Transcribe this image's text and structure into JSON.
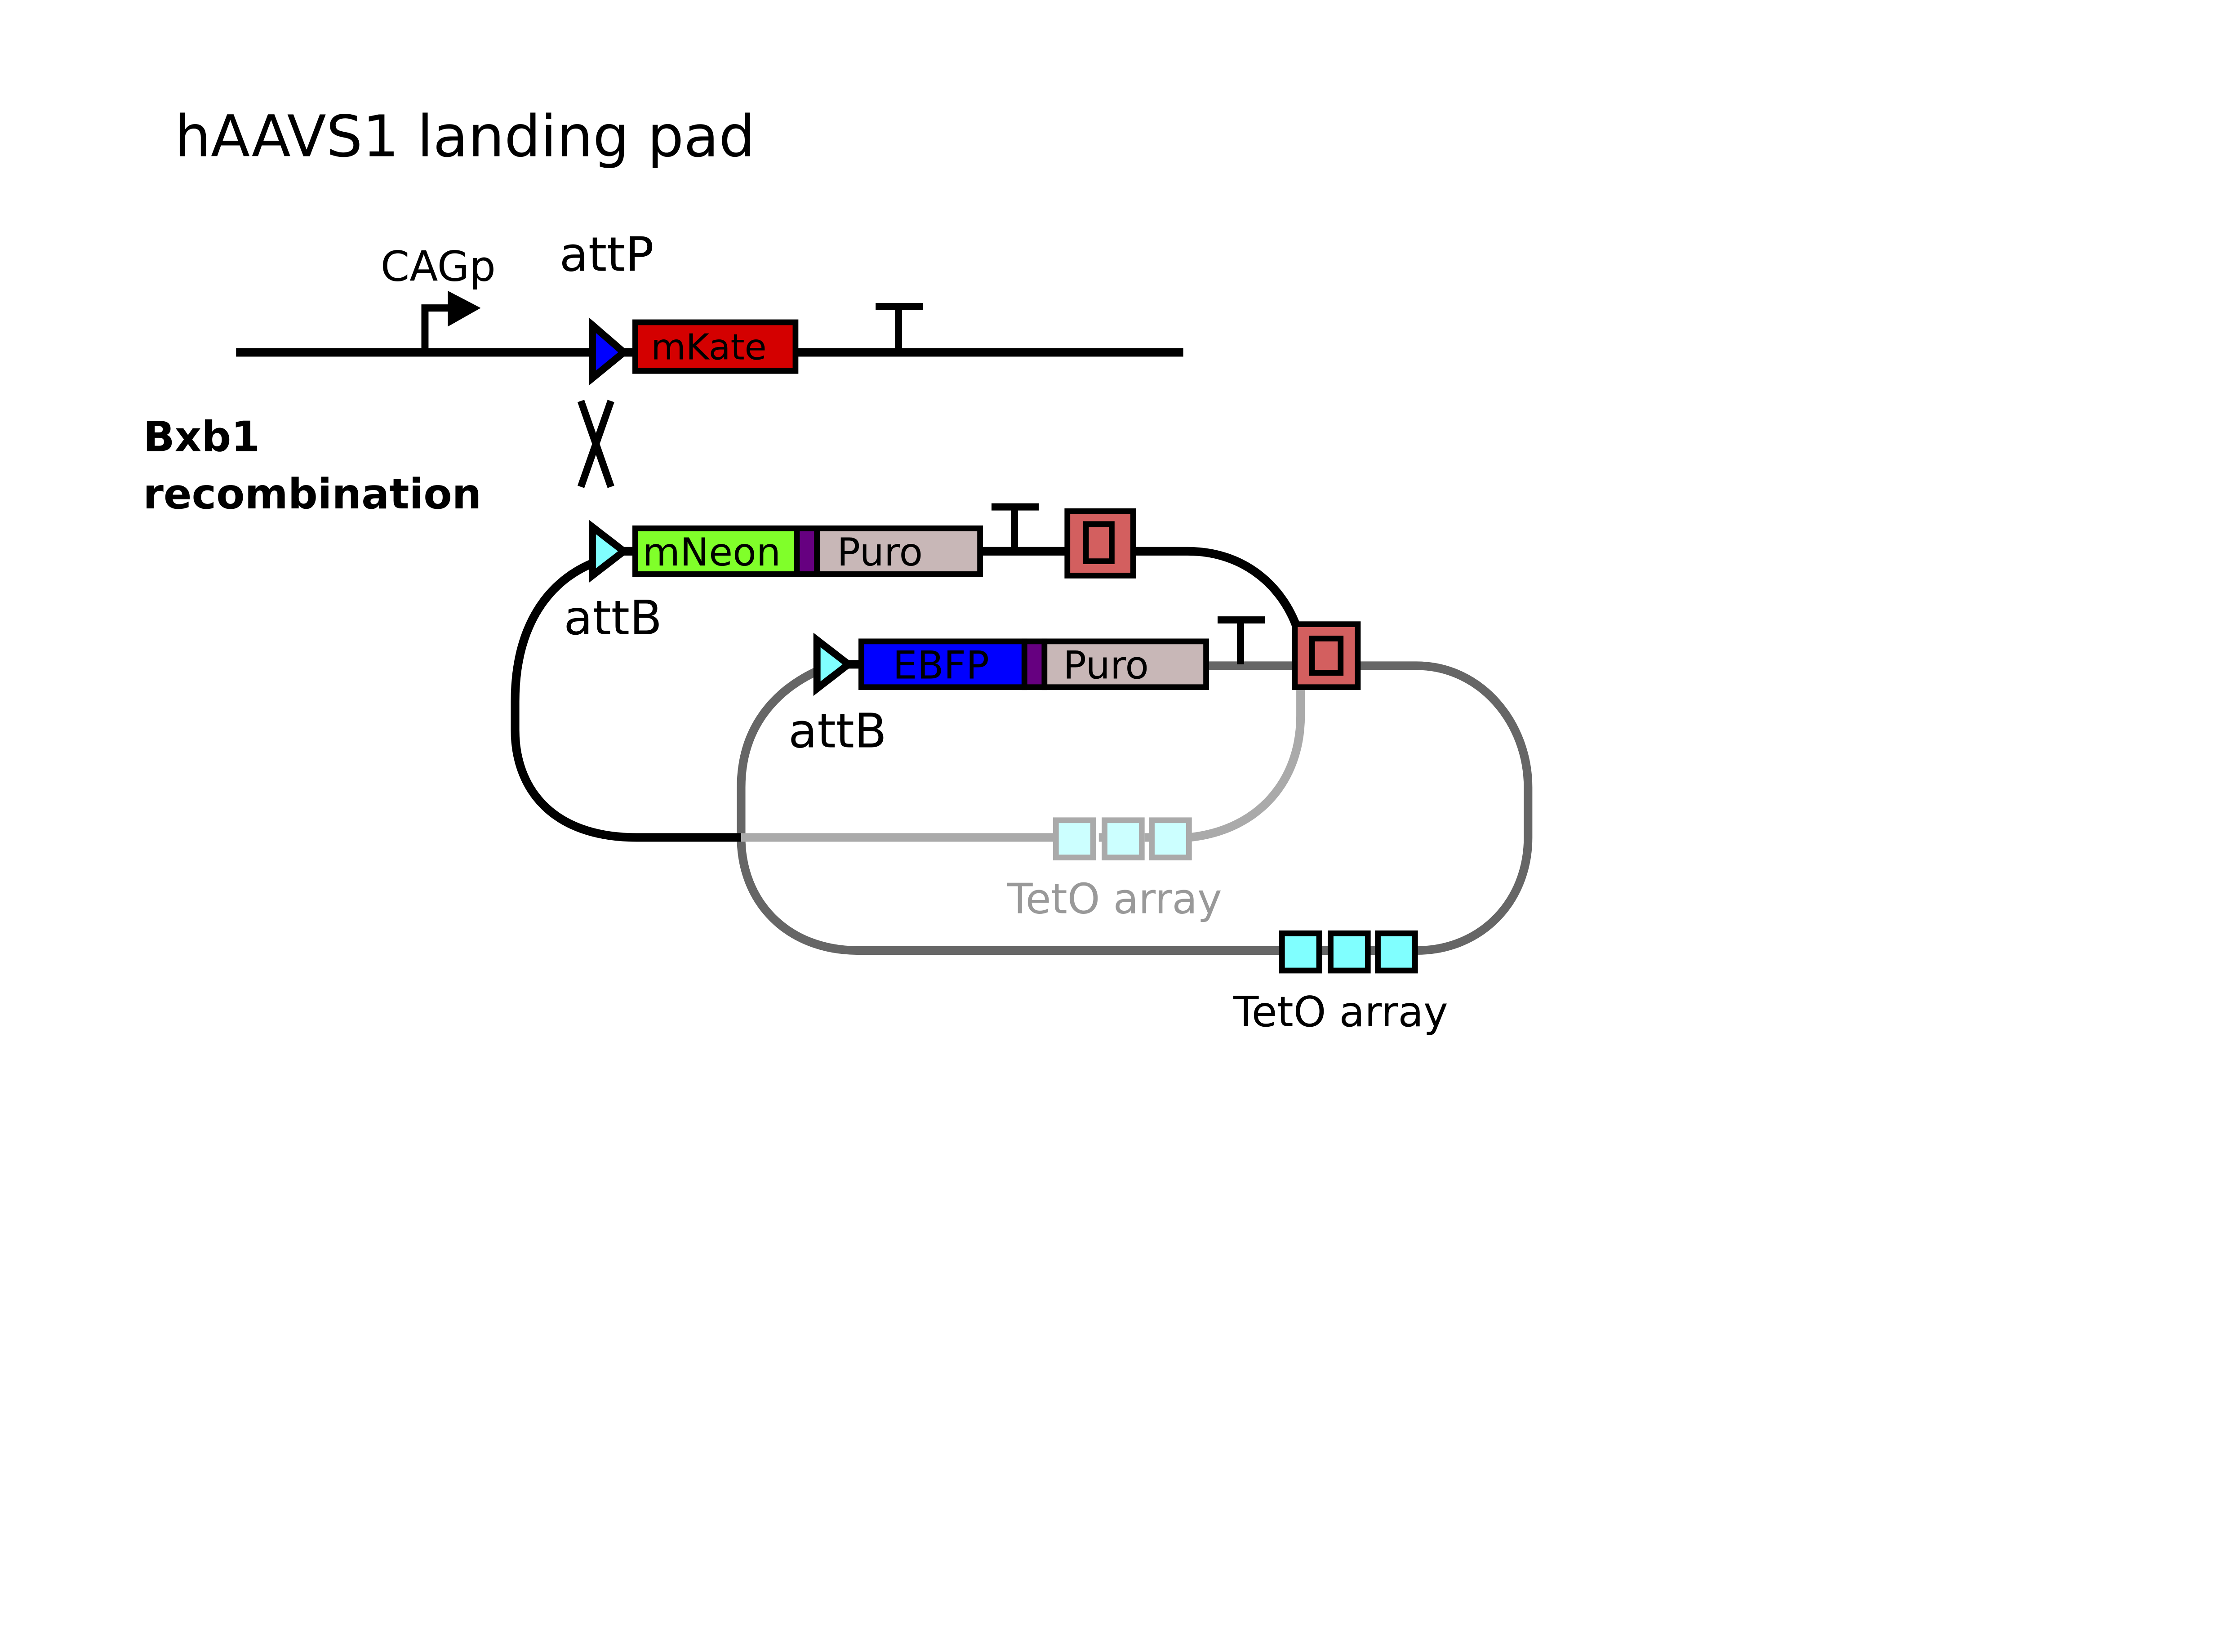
{
  "title": "hAAVS1 landing pad",
  "labels": {
    "promoter": "CAGp",
    "attp": "attP",
    "recombination_line1": "Bxb1",
    "recombination_line2": "recombination",
    "attb_upper": "attB",
    "attb_lower": "attB",
    "teto_upper": "TetO array",
    "teto_lower": "TetO array"
  },
  "genes": {
    "mkate": "mKate",
    "mneon": "mNeon",
    "puro_upper": "Puro",
    "ebfp": "EBFP",
    "puro_lower": "Puro"
  },
  "colors": {
    "mkate": "#d40000",
    "mneon": "#80ff2a",
    "puro": "#c8b7b7",
    "ebfp": "#0000ff",
    "linker": "#660080",
    "insulator": "#d35f5f",
    "teto": "#80ffff",
    "attp_site": "#0000ff",
    "attb_site": "#80ffff",
    "backbone": "#000000",
    "plasmid_lower": "#666666",
    "plasmid_faded": "#aaaaaa",
    "text_faded": "#999999"
  }
}
